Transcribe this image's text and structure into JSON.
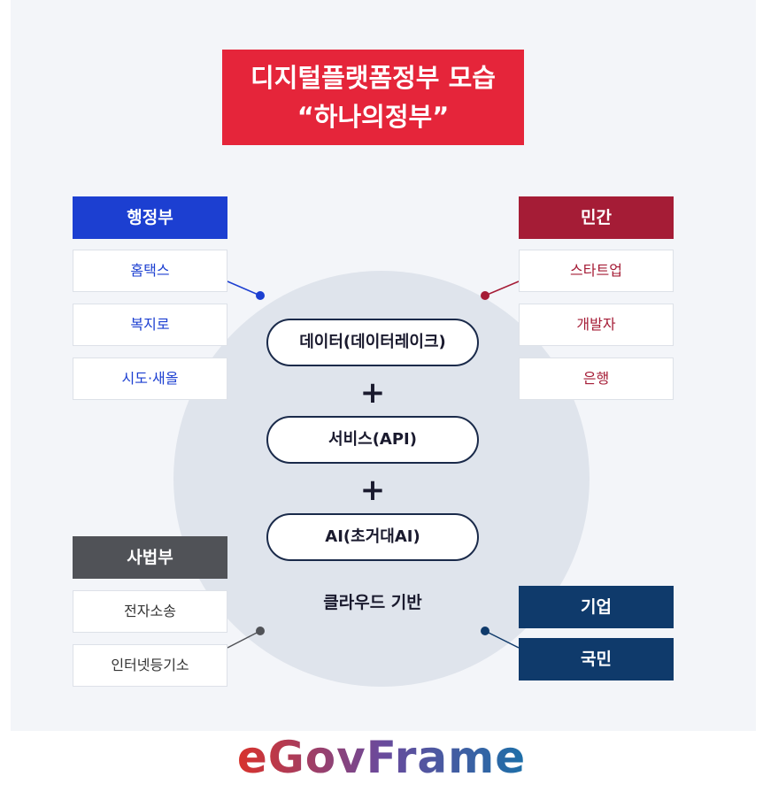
{
  "title": {
    "line1": "디지털플랫폼정부 모습",
    "line2": "“하나의정부”"
  },
  "groups": {
    "admin": {
      "header": "행정부",
      "items": [
        "홈택스",
        "복지로",
        "시도·새올"
      ]
    },
    "private": {
      "header": "민간",
      "items": [
        "스타트업",
        "개발자",
        "은행"
      ]
    },
    "judiciary": {
      "header": "사법부",
      "items": [
        "전자소송",
        "인터넷등기소"
      ]
    },
    "company": {
      "header": "기업"
    },
    "citizen": {
      "header": "국민"
    }
  },
  "center": {
    "pills": [
      "데이터(데이터레이크)",
      "서비스(API)",
      "AI(초거대AI)"
    ],
    "plus": "+",
    "base": "클라우드 기반"
  },
  "brand": {
    "text": "eGovFrame",
    "gradient": [
      "#d9322b",
      "#6a4a9c",
      "#1c6fa8"
    ]
  },
  "colors": {
    "admin": "#1c3fd1",
    "private": "#a51c36",
    "judiciary": "#505257",
    "company": "#0f3a6b",
    "title": "#e5253a"
  }
}
